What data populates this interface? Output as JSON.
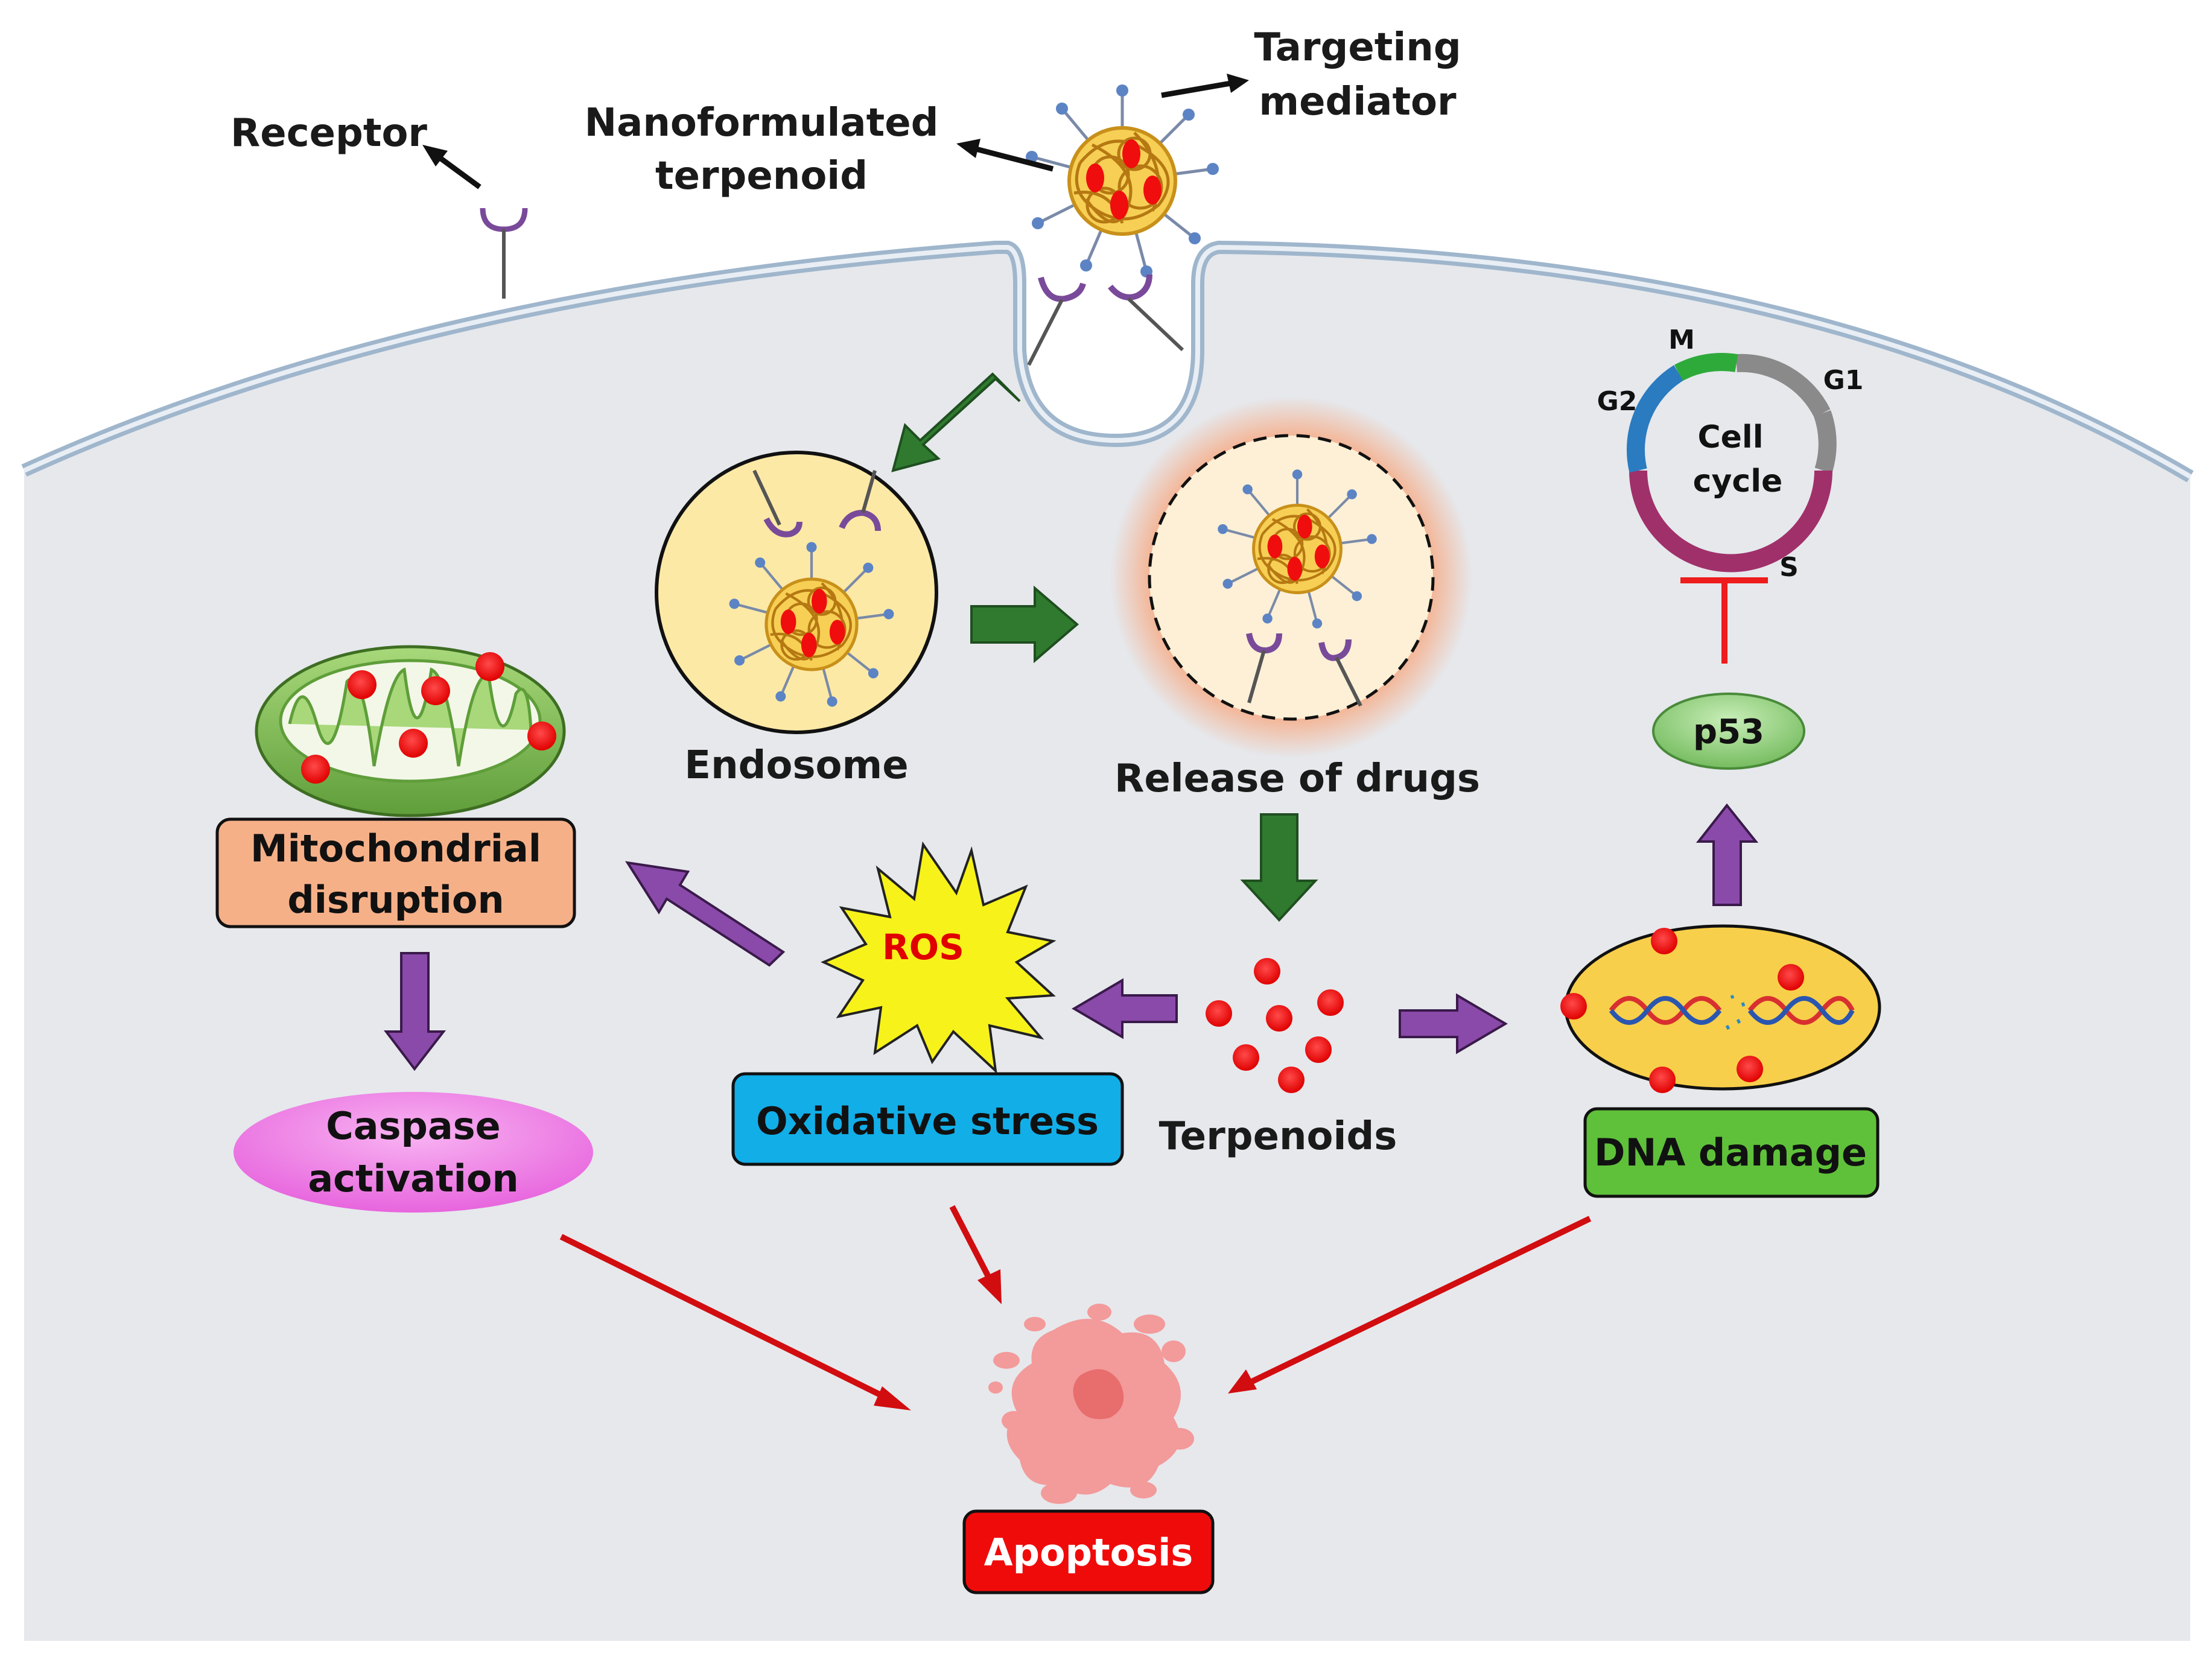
{
  "labels": {
    "receptor": "Receptor",
    "nano_line1": "Nanoformulated",
    "nano_line2": "terpenoid",
    "targeting_line1": "Targeting",
    "targeting_line2": "mediator",
    "endosome": "Endosome",
    "release": "Release of drugs",
    "terpenoids": "Terpenoids",
    "ros": "ROS",
    "oxidative": "Oxidative stress",
    "mito_line1": "Mitochondrial",
    "mito_line2": "disruption",
    "caspase_line1": "Caspase",
    "caspase_line2": "activation",
    "dna": "DNA damage",
    "p53": "p53",
    "cell_line1": "Cell",
    "cell_line2": "cycle",
    "phase_m": "M",
    "phase_g1": "G1",
    "phase_g2": "G2",
    "phase_s": "S",
    "apoptosis": "Apoptosis"
  },
  "colors": {
    "cell_fill": "#e6e8ec",
    "membrane": "#9fb6cc",
    "green_arrow": "#2f7a2f",
    "purple_arrow": "#7a3a9a",
    "red_arrow": "#d10d10",
    "drug_red": "#f20d0d",
    "mito_box": "#f6b088",
    "caspase": "#f07ee8",
    "oxidative_box": "#12aee8",
    "dna_box": "#5fc13a",
    "p53": "#8fd07a",
    "apoptosis_box": "#f00b0b",
    "cycle_m": "#2eaa3a",
    "cycle_g1": "#8a8a8a",
    "cycle_s": "#a0306a",
    "cycle_g2": "#2a7bc0",
    "nano_core": "#f2c542"
  }
}
